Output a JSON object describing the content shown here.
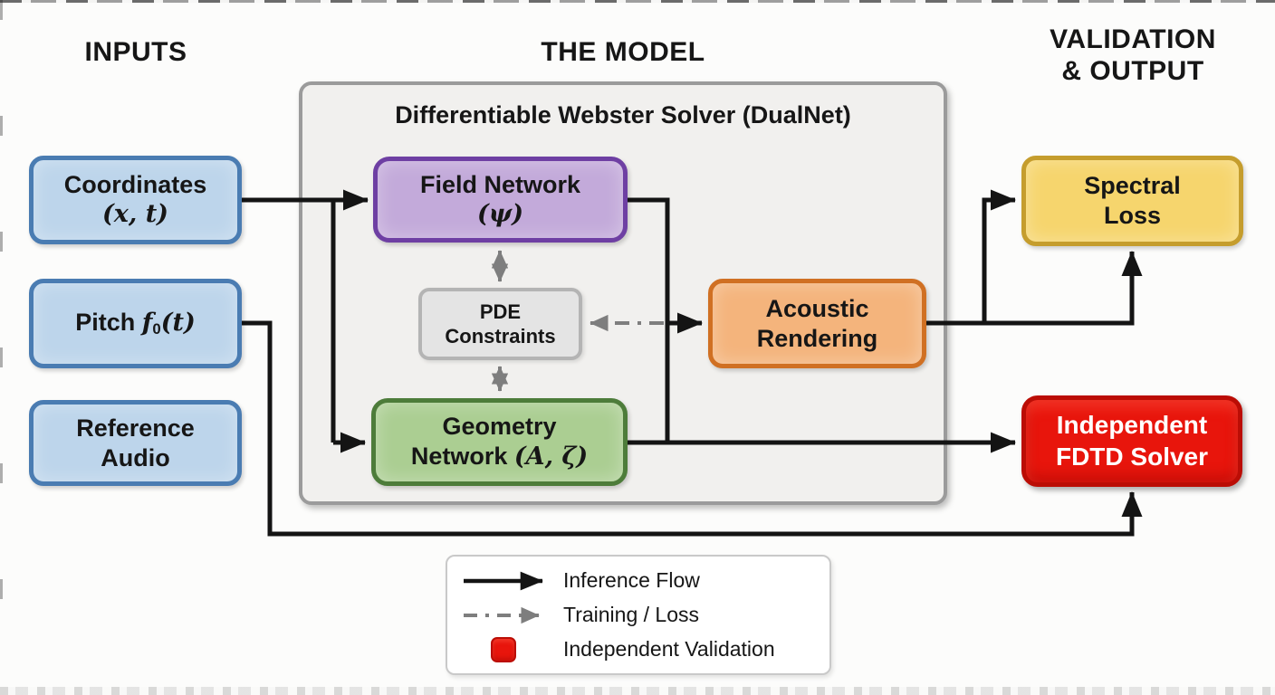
{
  "headers": {
    "inputs": "INPUTS",
    "model": "THE MODEL",
    "validation_line1": "VALIDATION",
    "validation_line2": "& OUTPUT"
  },
  "inputs": {
    "coordinates": {
      "title": "Coordinates",
      "math": "(x, t)"
    },
    "pitch": {
      "prefix": "Pitch ",
      "f": "f",
      "sub": "0",
      "suffix": "(t)"
    },
    "reference": {
      "line1": "Reference",
      "line2": "Audio"
    }
  },
  "model": {
    "container_title": "Differentiable Webster Solver (DualNet)",
    "field_network": {
      "title": "Field Network",
      "math": "(ψ)"
    },
    "pde_constraints": {
      "line1": "PDE",
      "line2": "Constraints"
    },
    "geometry_network": {
      "line1": "Geometry",
      "line2_prefix": "Network ",
      "line2_math": "(A, ζ)"
    },
    "acoustic_rendering": {
      "line1": "Acoustic",
      "line2": "Rendering"
    }
  },
  "outputs": {
    "spectral_loss": {
      "line1": "Spectral",
      "line2": "Loss"
    },
    "fdtd_solver": {
      "line1": "Independent",
      "line2": "FDTD Solver"
    }
  },
  "legend": {
    "inference": "Inference Flow",
    "training": "Training / Loss",
    "validation": "Independent Validation"
  },
  "colors": {
    "blue_fill": "#bdd5eb",
    "blue_border": "#4a7cb2",
    "purple_fill": "#c3aada",
    "purple_border": "#6e3fa3",
    "green_fill": "#abce92",
    "green_border": "#4d7c3a",
    "orange_fill": "#f4b47c",
    "orange_border": "#d07023",
    "yellow_fill": "#f6d56d",
    "yellow_border": "#c59d2d",
    "red_fill": "#e8150c",
    "red_border": "#bb0d05",
    "gray_fill": "#e4e4e4",
    "gray_border": "#b4b4b4",
    "container_fill": "#f1f0ee",
    "container_border": "#9b9b9b",
    "arrow_black": "#141414",
    "arrow_gray": "#7e7e7e"
  }
}
